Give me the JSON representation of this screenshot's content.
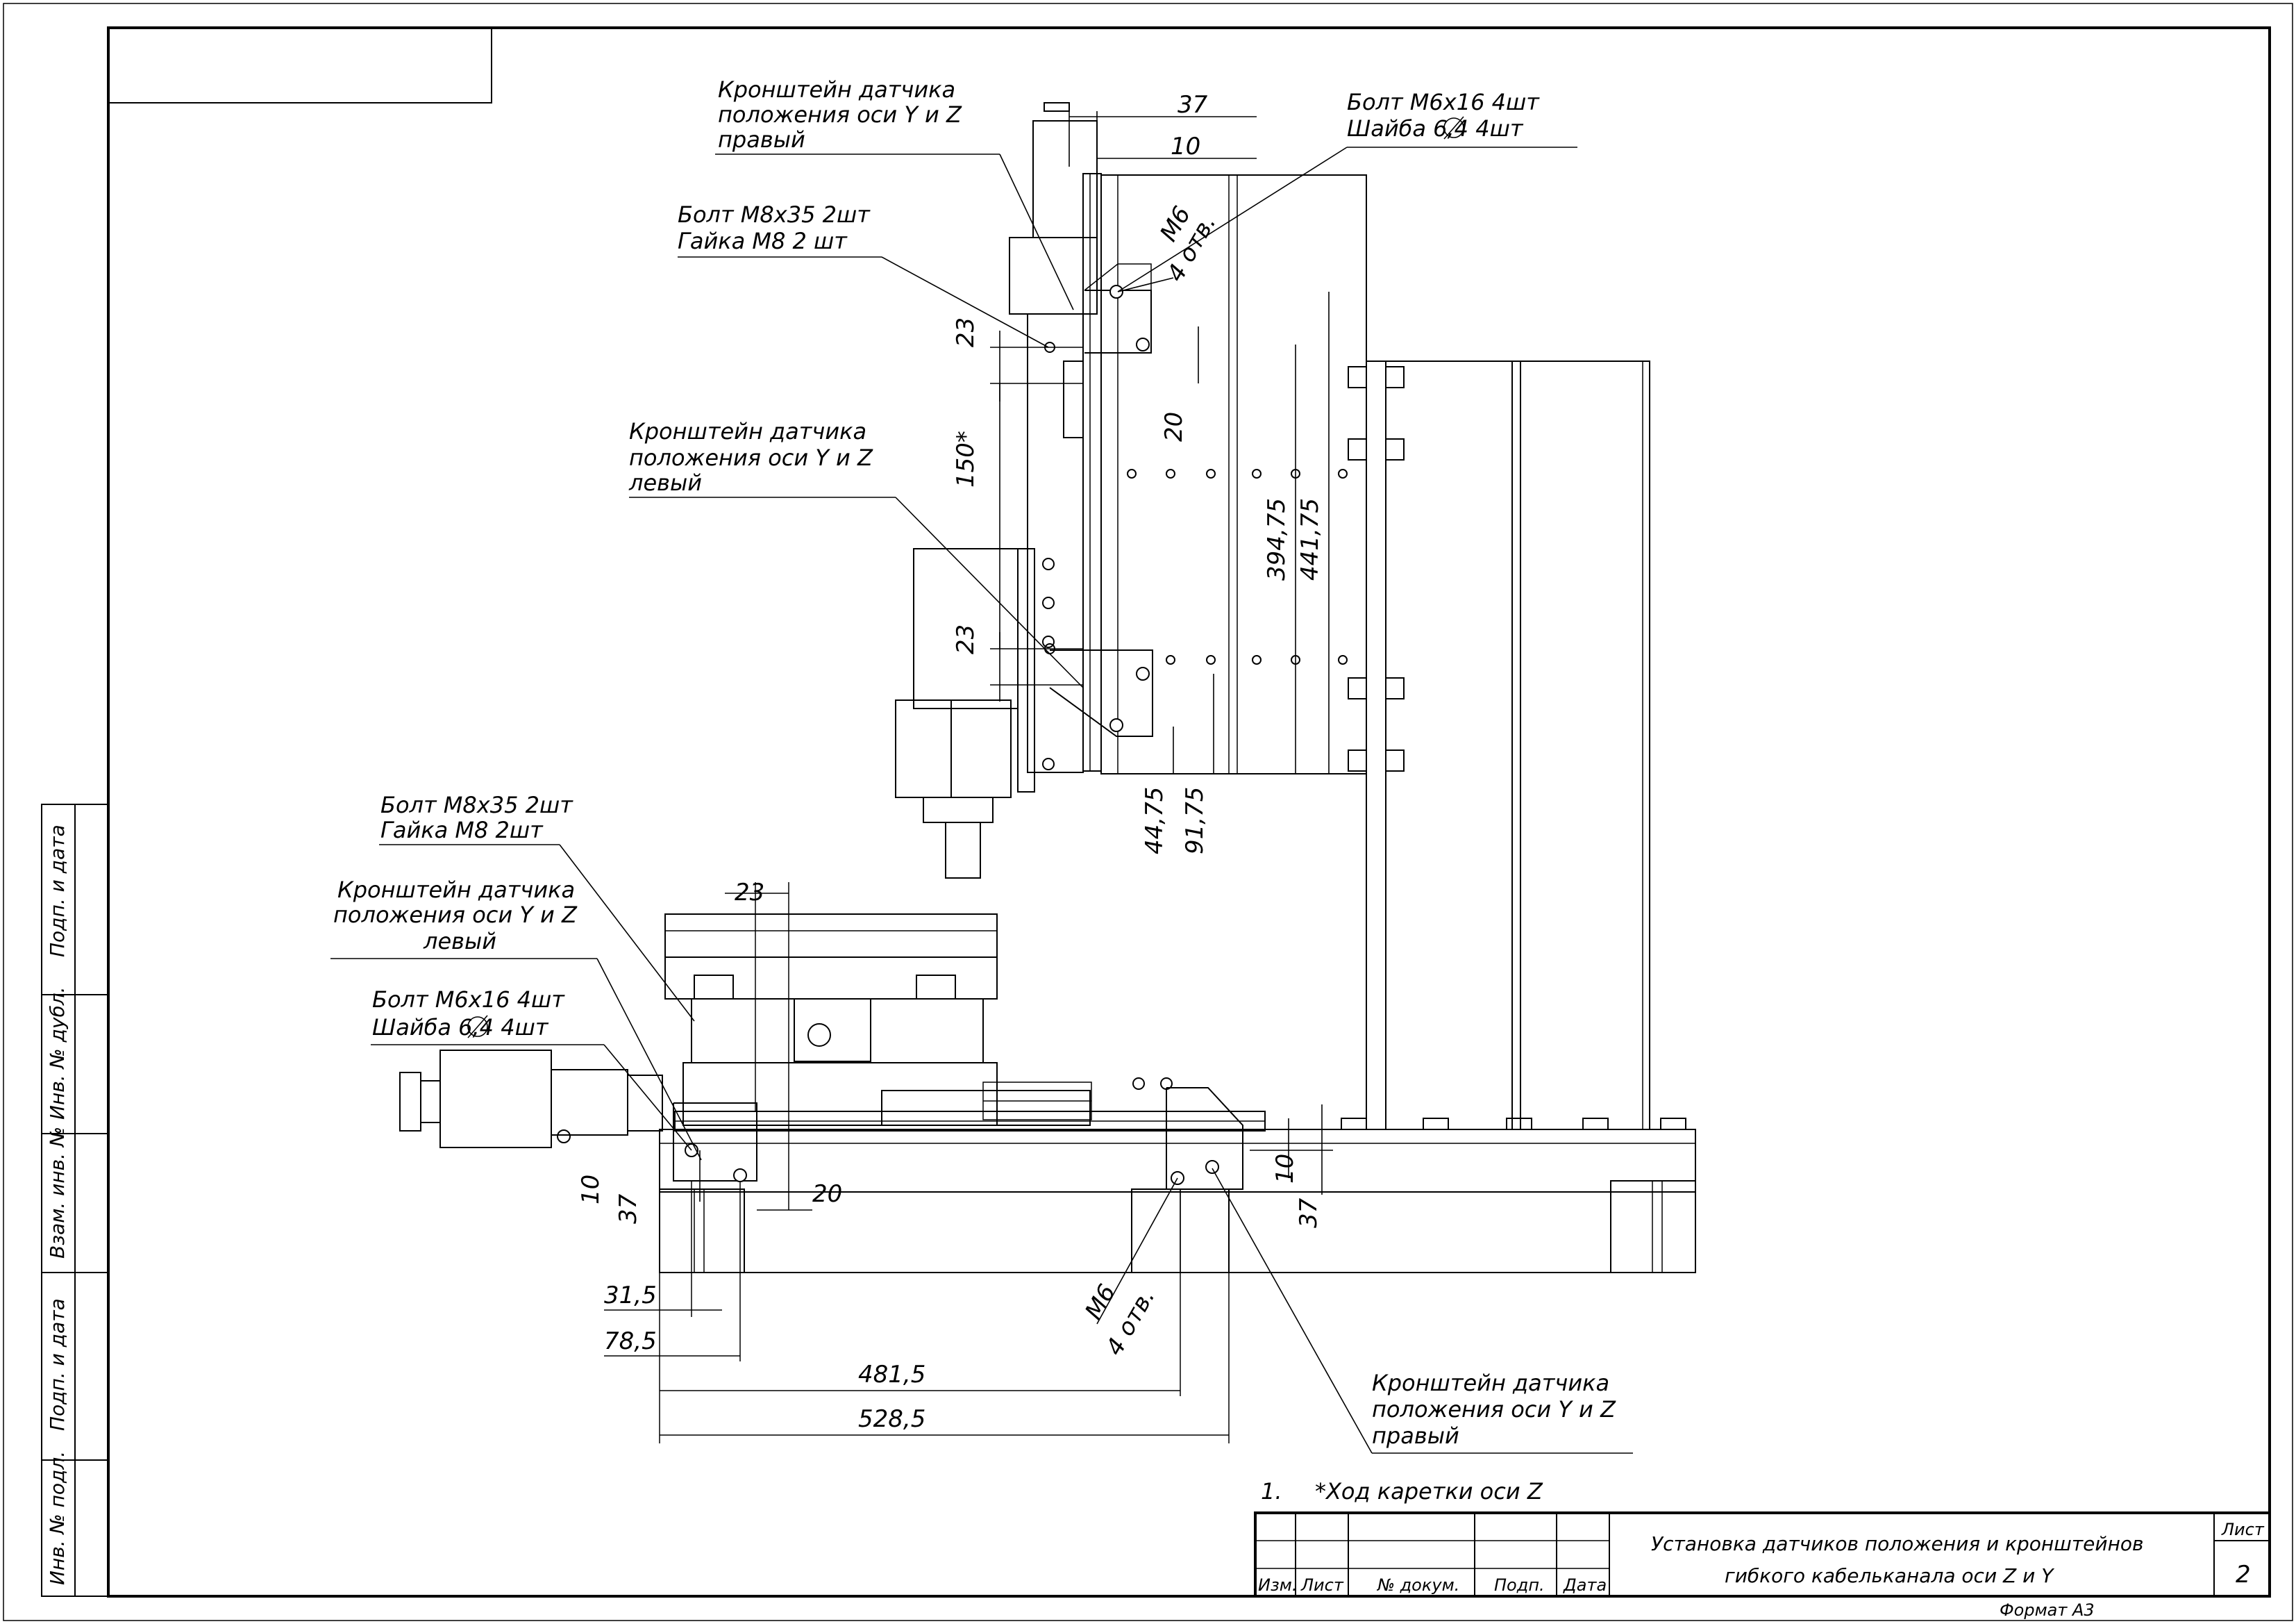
{
  "labels": {
    "bracket_yz_right_top": [
      "Кронштейн датчика",
      "положения оси Y и Z",
      "правый"
    ],
    "bolt_m6_top": [
      "Болт М6х16 4шт",
      "Шайба  6,4 4шт"
    ],
    "bolt_m8_top": [
      "Болт М8х35 2шт",
      "Гайка М8 2 шт"
    ],
    "bracket_yz_left_top": [
      "Кронштейн датчика",
      "положения оси Y и Z",
      "левый"
    ],
    "bolt_m8_bottom": [
      "Болт М8х35 2шт",
      "Гайка М8 2шт"
    ],
    "bracket_yz_left_bottom": [
      "Кронштейн датчика",
      "положения оси Y и Z",
      "левый"
    ],
    "bolt_m6_bottom": [
      "Болт М6х16 4шт",
      "Шайба  6,4 4шт"
    ],
    "bracket_yz_right_bottom": [
      "Кронштейн датчика",
      "положения оси Y и Z",
      "правый"
    ]
  },
  "dimensions": {
    "d37_top": "37",
    "d10_top": "10",
    "m6_top": "М6",
    "holes_top": "4 отв.",
    "d23_a": "23",
    "d20_a": "20",
    "d150": "150*",
    "d394": "394,75",
    "d441": "441,75",
    "d23_b": "23",
    "d44": "44,75",
    "d91": "91,75",
    "d23_c": "23",
    "d10_left": "10",
    "d37_left": "37",
    "d20_b": "20",
    "d10_right": "10",
    "d37_right": "37",
    "d31": "31,5",
    "d78": "78,5",
    "m6_bottom": "М6",
    "holes_bottom": "4 отв.",
    "d481": "481,5",
    "d528": "528,5"
  },
  "note": {
    "number": "1.",
    "text": "*Ход каретки оси Z"
  },
  "side_stamp": [
    "Подп. и дата",
    "Инв. № дубл.",
    "Взам. инв. №",
    "Подп. и дата",
    "Инв. № подл."
  ],
  "title_block": {
    "col_headers": [
      "Изм.",
      "Лист",
      "№ докум.",
      "Подп.",
      "Дата"
    ],
    "title_line1": "Установка датчиков положения и кронштейнов",
    "title_line2": "гибкого кабельканала оси Z и Y",
    "sheet_label": "Лист",
    "sheet_number": "2"
  },
  "format_label": "Формат А3"
}
